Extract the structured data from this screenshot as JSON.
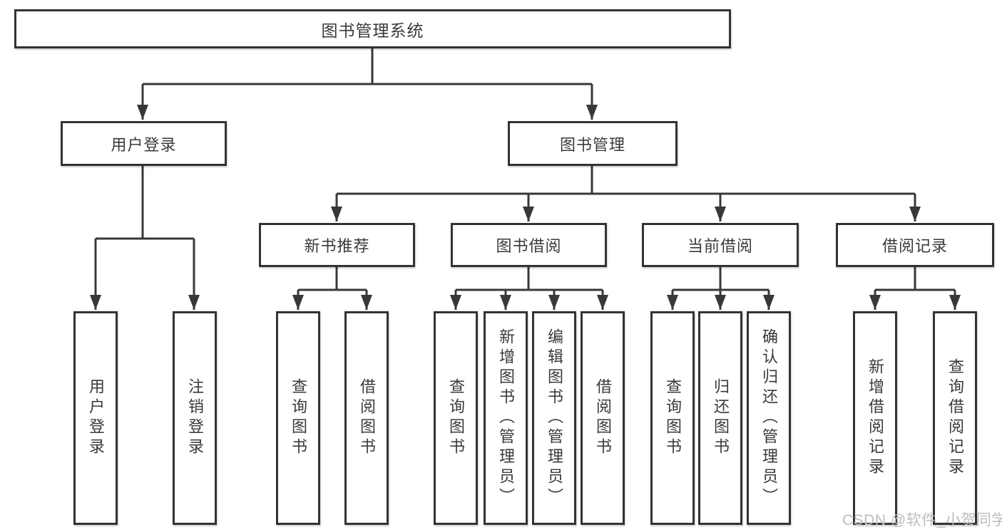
{
  "tree": {
    "label": "图书管理系统",
    "children": [
      {
        "label": "用户登录",
        "children": [
          {
            "label": "用户登录"
          },
          {
            "label": "注销登录"
          }
        ]
      },
      {
        "label": "图书管理",
        "children": [
          {
            "label": "新书推荐",
            "children": [
              {
                "label": "查询图书"
              },
              {
                "label": "借阅图书"
              }
            ]
          },
          {
            "label": "图书借阅",
            "children": [
              {
                "label": "查询图书"
              },
              {
                "label": "新增图书（管理员）"
              },
              {
                "label": "编辑图书（管理员）"
              },
              {
                "label": "借阅图书"
              }
            ]
          },
          {
            "label": "当前借阅",
            "children": [
              {
                "label": "查询图书"
              },
              {
                "label": "归还图书"
              },
              {
                "label": "确认归还（管理员）"
              }
            ]
          },
          {
            "label": "借阅记录",
            "children": [
              {
                "label": "新增借阅记录"
              },
              {
                "label": "查询借阅记录"
              }
            ]
          }
        ]
      }
    ]
  },
  "watermark": "CSDN @软件_小贺同学",
  "colors": {
    "line": "#383838",
    "text": "#3a3a3a",
    "box_background": "#ffffff",
    "watermark": "#bdbdbd"
  }
}
